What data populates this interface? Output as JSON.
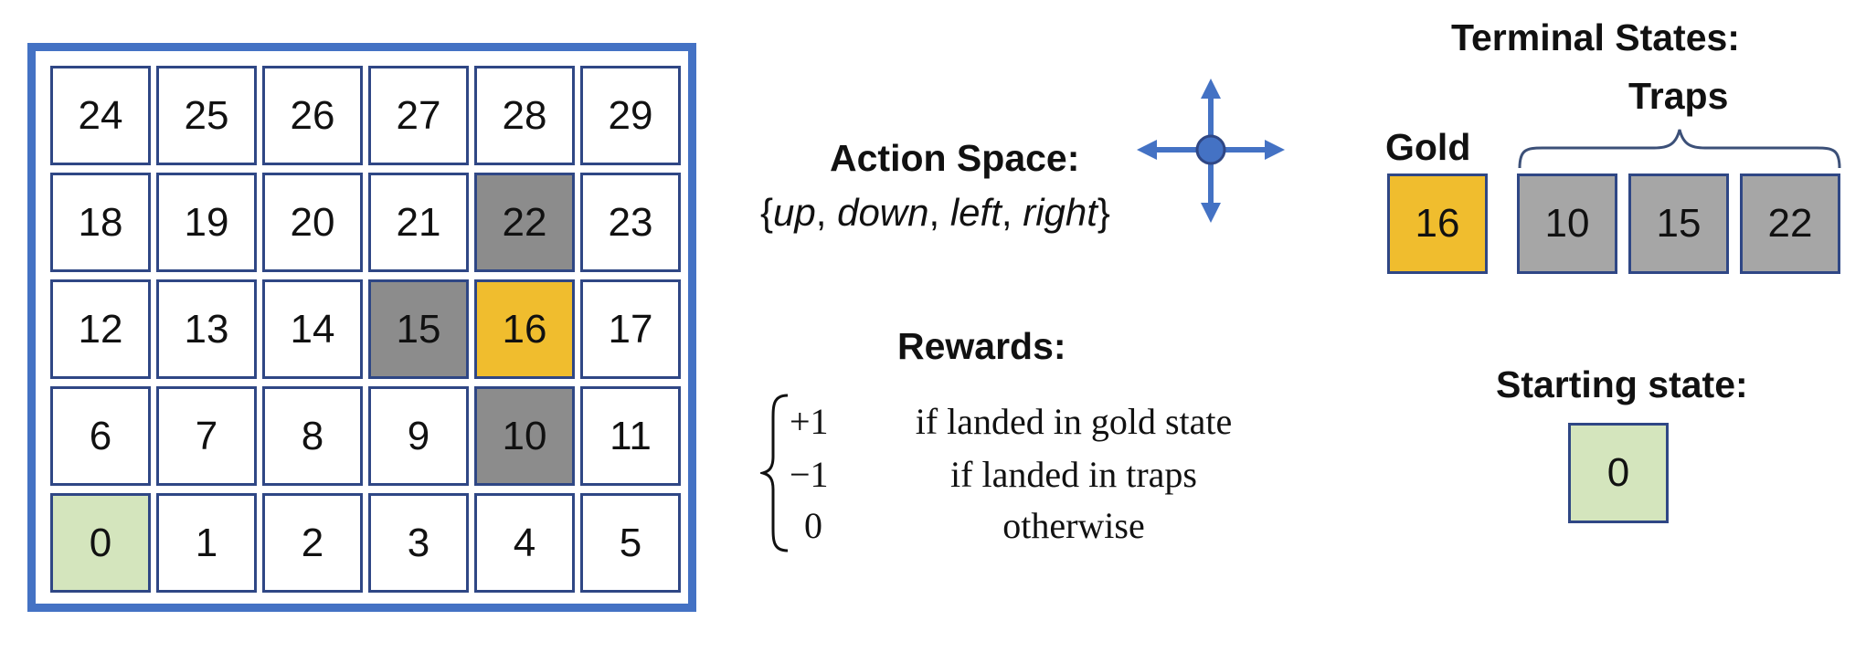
{
  "grid": {
    "rows": [
      [
        {
          "label": "24",
          "kind": "normal"
        },
        {
          "label": "25",
          "kind": "normal"
        },
        {
          "label": "26",
          "kind": "normal"
        },
        {
          "label": "27",
          "kind": "normal"
        },
        {
          "label": "28",
          "kind": "normal"
        },
        {
          "label": "29",
          "kind": "normal"
        }
      ],
      [
        {
          "label": "18",
          "kind": "normal"
        },
        {
          "label": "19",
          "kind": "normal"
        },
        {
          "label": "20",
          "kind": "normal"
        },
        {
          "label": "21",
          "kind": "normal"
        },
        {
          "label": "22",
          "kind": "trap"
        },
        {
          "label": "23",
          "kind": "normal"
        }
      ],
      [
        {
          "label": "12",
          "kind": "normal"
        },
        {
          "label": "13",
          "kind": "normal"
        },
        {
          "label": "14",
          "kind": "normal"
        },
        {
          "label": "15",
          "kind": "trap"
        },
        {
          "label": "16",
          "kind": "gold"
        },
        {
          "label": "17",
          "kind": "normal"
        }
      ],
      [
        {
          "label": "6",
          "kind": "normal"
        },
        {
          "label": "7",
          "kind": "normal"
        },
        {
          "label": "8",
          "kind": "normal"
        },
        {
          "label": "9",
          "kind": "normal"
        },
        {
          "label": "10",
          "kind": "trap"
        },
        {
          "label": "11",
          "kind": "normal"
        }
      ],
      [
        {
          "label": "0",
          "kind": "start"
        },
        {
          "label": "1",
          "kind": "normal"
        },
        {
          "label": "2",
          "kind": "normal"
        },
        {
          "label": "3",
          "kind": "normal"
        },
        {
          "label": "4",
          "kind": "normal"
        },
        {
          "label": "5",
          "kind": "normal"
        }
      ]
    ]
  },
  "action_space": {
    "title": "Action Space:",
    "open": "{",
    "actions": [
      "up",
      "down",
      "left",
      "right"
    ],
    "sep": ", ",
    "close": "}",
    "icon": "four-way-arrows-icon"
  },
  "rewards": {
    "title": "Rewards:",
    "cases": [
      {
        "value": "+1",
        "condition": "if landed in gold state"
      },
      {
        "value": "−1",
        "condition": "if landed in traps"
      },
      {
        "value": "0",
        "condition": "otherwise"
      }
    ]
  },
  "terminal": {
    "title": "Terminal States:",
    "gold_title": "Gold",
    "gold_state": "16",
    "traps_title": "Traps",
    "traps": [
      "10",
      "15",
      "22"
    ]
  },
  "starting": {
    "title": "Starting state:",
    "state": "0"
  },
  "colors": {
    "frame": "#4472c4",
    "cell_border": "#2f4785",
    "trap_grid": "#8c8c8c",
    "trap_box": "#a6a6a6",
    "gold": "#f0bd2e",
    "start": "#d4e5bd"
  }
}
